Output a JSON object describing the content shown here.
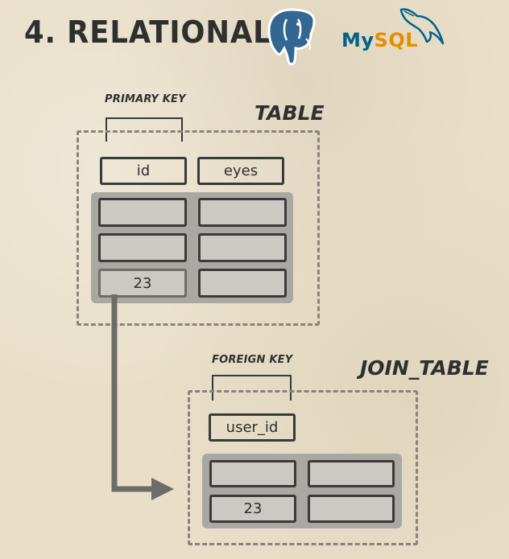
{
  "title": "4. RELATIONAL",
  "logos": {
    "postgres": "postgresql-elephant-logo",
    "mysql": {
      "text_my": "My",
      "text_sql": "SQL",
      "dolphin": "mysql-dolphin-logo"
    }
  },
  "table": {
    "label": "TABLE",
    "key_label": "PRIMARY KEY",
    "headers": [
      "id",
      "eyes"
    ],
    "rows": [
      [
        "",
        ""
      ],
      [
        "",
        ""
      ],
      [
        "23",
        ""
      ]
    ]
  },
  "join_table": {
    "label": "JOIN_TABLE",
    "key_label": "FOREIGN KEY",
    "headers": [
      "user_id"
    ],
    "rows": [
      [
        "",
        ""
      ],
      [
        "23",
        ""
      ]
    ]
  },
  "colors": {
    "background": "#e9dfc9",
    "ink": "#2f2f2f",
    "panel": "#aaa8a2",
    "arrow": "#6e6c68",
    "mysql_blue": "#00618a",
    "mysql_orange": "#e48e00",
    "postgres_blue": "#336791"
  }
}
